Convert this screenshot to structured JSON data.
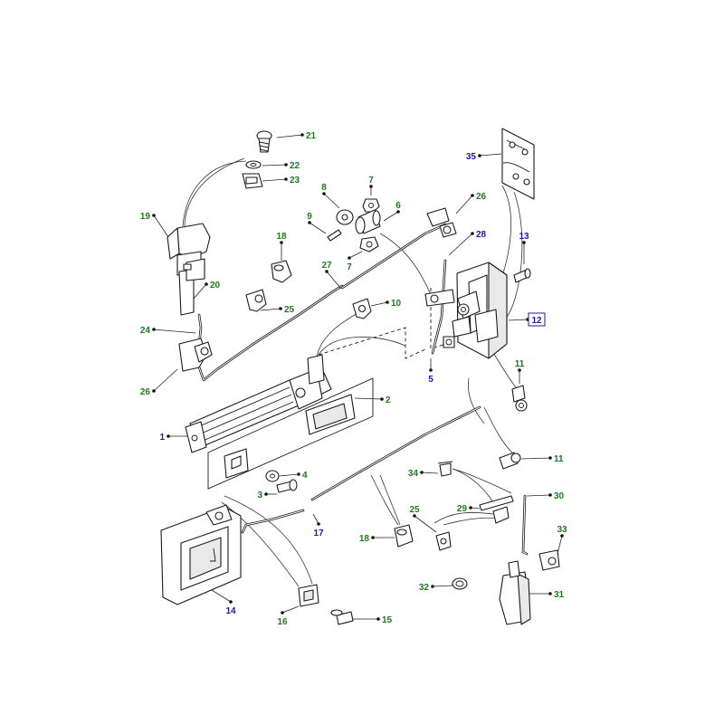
{
  "colors": {
    "label_green": "#1f7a1f",
    "label_blue": "#1a1aa8",
    "line": "#1a1a1a"
  },
  "callouts": [
    {
      "key": "c21",
      "text": "21",
      "color": "green"
    },
    {
      "key": "c22",
      "text": "22",
      "color": "green"
    },
    {
      "key": "c23",
      "text": "23",
      "color": "green"
    },
    {
      "key": "c19",
      "text": "19",
      "color": "green"
    },
    {
      "key": "c20",
      "text": "20",
      "color": "green"
    },
    {
      "key": "c24",
      "text": "24",
      "color": "green"
    },
    {
      "key": "c26a",
      "text": "26",
      "color": "green"
    },
    {
      "key": "c25a",
      "text": "25",
      "color": "green"
    },
    {
      "key": "c18a",
      "text": "18",
      "color": "green"
    },
    {
      "key": "c8",
      "text": "8",
      "color": "green"
    },
    {
      "key": "c9",
      "text": "9",
      "color": "green"
    },
    {
      "key": "c7a",
      "text": "7",
      "color": "green"
    },
    {
      "key": "c6",
      "text": "6",
      "color": "green"
    },
    {
      "key": "c7b",
      "text": "7",
      "color": "green"
    },
    {
      "key": "c27",
      "text": "27",
      "color": "green"
    },
    {
      "key": "c10",
      "text": "10",
      "color": "green"
    },
    {
      "key": "c26b",
      "text": "26",
      "color": "green"
    },
    {
      "key": "c28",
      "text": "28",
      "color": "blue"
    },
    {
      "key": "c35",
      "text": "35",
      "color": "blue"
    },
    {
      "key": "c13",
      "text": "13",
      "color": "blue"
    },
    {
      "key": "c12",
      "text": "12",
      "color": "blue",
      "boxed": true
    },
    {
      "key": "c5",
      "text": "5",
      "color": "blue"
    },
    {
      "key": "c11a",
      "text": "11",
      "color": "green"
    },
    {
      "key": "c2",
      "text": "2",
      "color": "green"
    },
    {
      "key": "c1",
      "text": "1",
      "color": "blue"
    },
    {
      "key": "c11b",
      "text": "11",
      "color": "green"
    },
    {
      "key": "c4",
      "text": "4",
      "color": "green"
    },
    {
      "key": "c3",
      "text": "3",
      "color": "green"
    },
    {
      "key": "c34",
      "text": "34",
      "color": "green"
    },
    {
      "key": "c29",
      "text": "29",
      "color": "green"
    },
    {
      "key": "c30",
      "text": "30",
      "color": "green"
    },
    {
      "key": "c17",
      "text": "17",
      "color": "blue"
    },
    {
      "key": "c25b",
      "text": "25",
      "color": "green"
    },
    {
      "key": "c18b",
      "text": "18",
      "color": "green"
    },
    {
      "key": "c33",
      "text": "33",
      "color": "green"
    },
    {
      "key": "c14",
      "text": "14",
      "color": "blue"
    },
    {
      "key": "c32",
      "text": "32",
      "color": "green"
    },
    {
      "key": "c31",
      "text": "31",
      "color": "green"
    },
    {
      "key": "c16",
      "text": "16",
      "color": "green"
    },
    {
      "key": "c15",
      "text": "15",
      "color": "green"
    }
  ]
}
